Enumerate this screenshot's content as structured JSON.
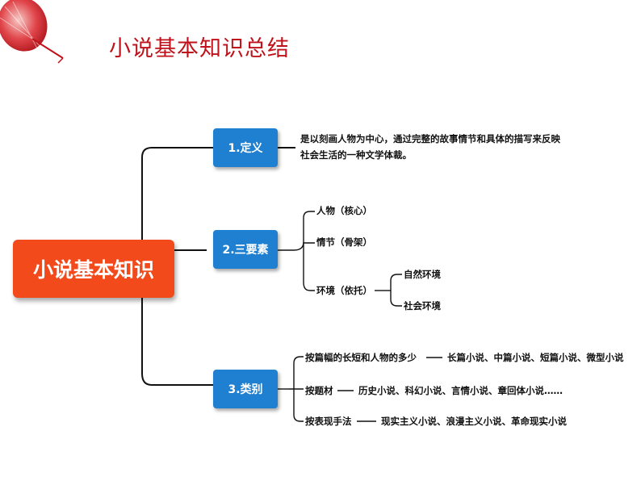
{
  "page": {
    "title": "小说基本知识总结"
  },
  "mindmap": {
    "root": "小说基本知识",
    "definition": {
      "label": "1.定义",
      "text_line1": "是以刻画人物为中心，通过完整的故事情节和具体的描写来反映",
      "text_line2": "社会生活的一种文学体裁。"
    },
    "elements": {
      "label": "2.三要素",
      "item1": "人物（核心）",
      "item2": "情节（骨架）",
      "item3": "环境（依托）",
      "env_sub1": "自然环境",
      "env_sub2": "社会环境"
    },
    "categories": {
      "label": "3.类别",
      "rows": [
        {
          "basis": "按篇幅的长短和人物的多少",
          "examples": "长篇小说、中篇小说、短篇小说、微型小说"
        },
        {
          "basis": "按题材",
          "examples": "历史小说、科幻小说、言情小说、章回体小说……"
        },
        {
          "basis": "按表现手法",
          "examples": "现实主义小说、浪漫主义小说、革命现实小说"
        }
      ]
    }
  },
  "colors": {
    "title": "#c0121b",
    "root_fill": "#f24a1a",
    "branch_fill": "#1f7fd0",
    "connector": "#111111"
  },
  "decoration": {
    "icon": "red-paper-umbrella"
  }
}
